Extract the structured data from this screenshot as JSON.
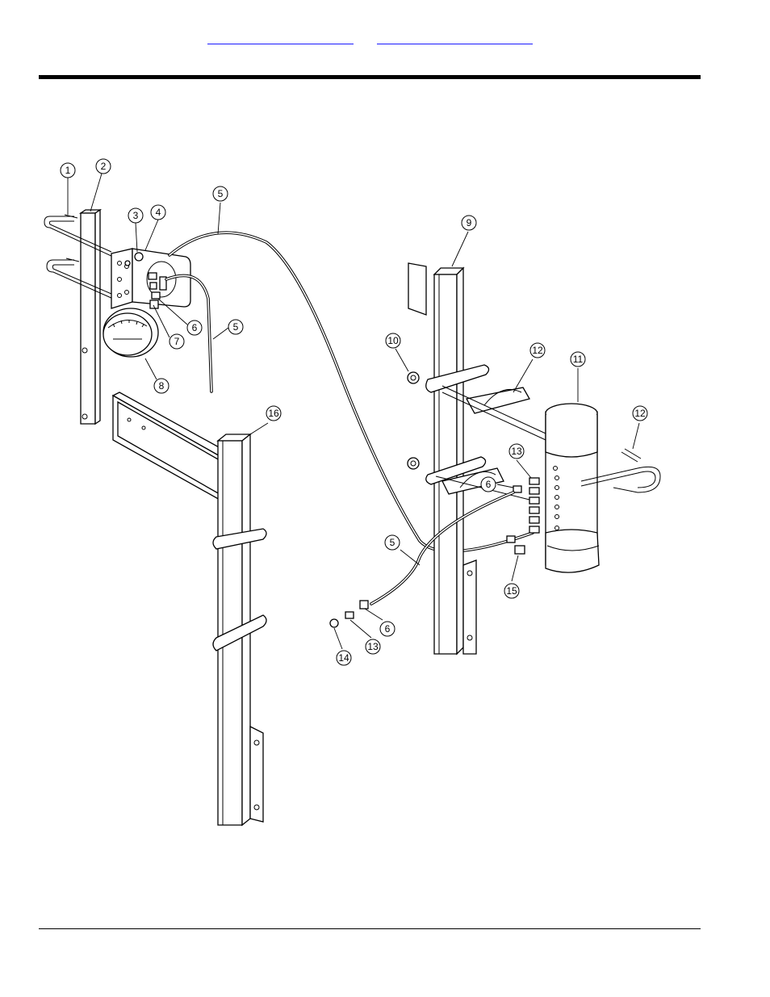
{
  "header": {
    "links": [
      {
        "text": ""
      },
      {
        "text": ""
      }
    ]
  },
  "diagram": {
    "callouts": [
      "1",
      "2",
      "3",
      "4",
      "5",
      "5",
      "6",
      "7",
      "8",
      "9",
      "10",
      "12",
      "11",
      "12",
      "16",
      "13",
      "6",
      "5",
      "15",
      "6",
      "13",
      "14"
    ]
  }
}
